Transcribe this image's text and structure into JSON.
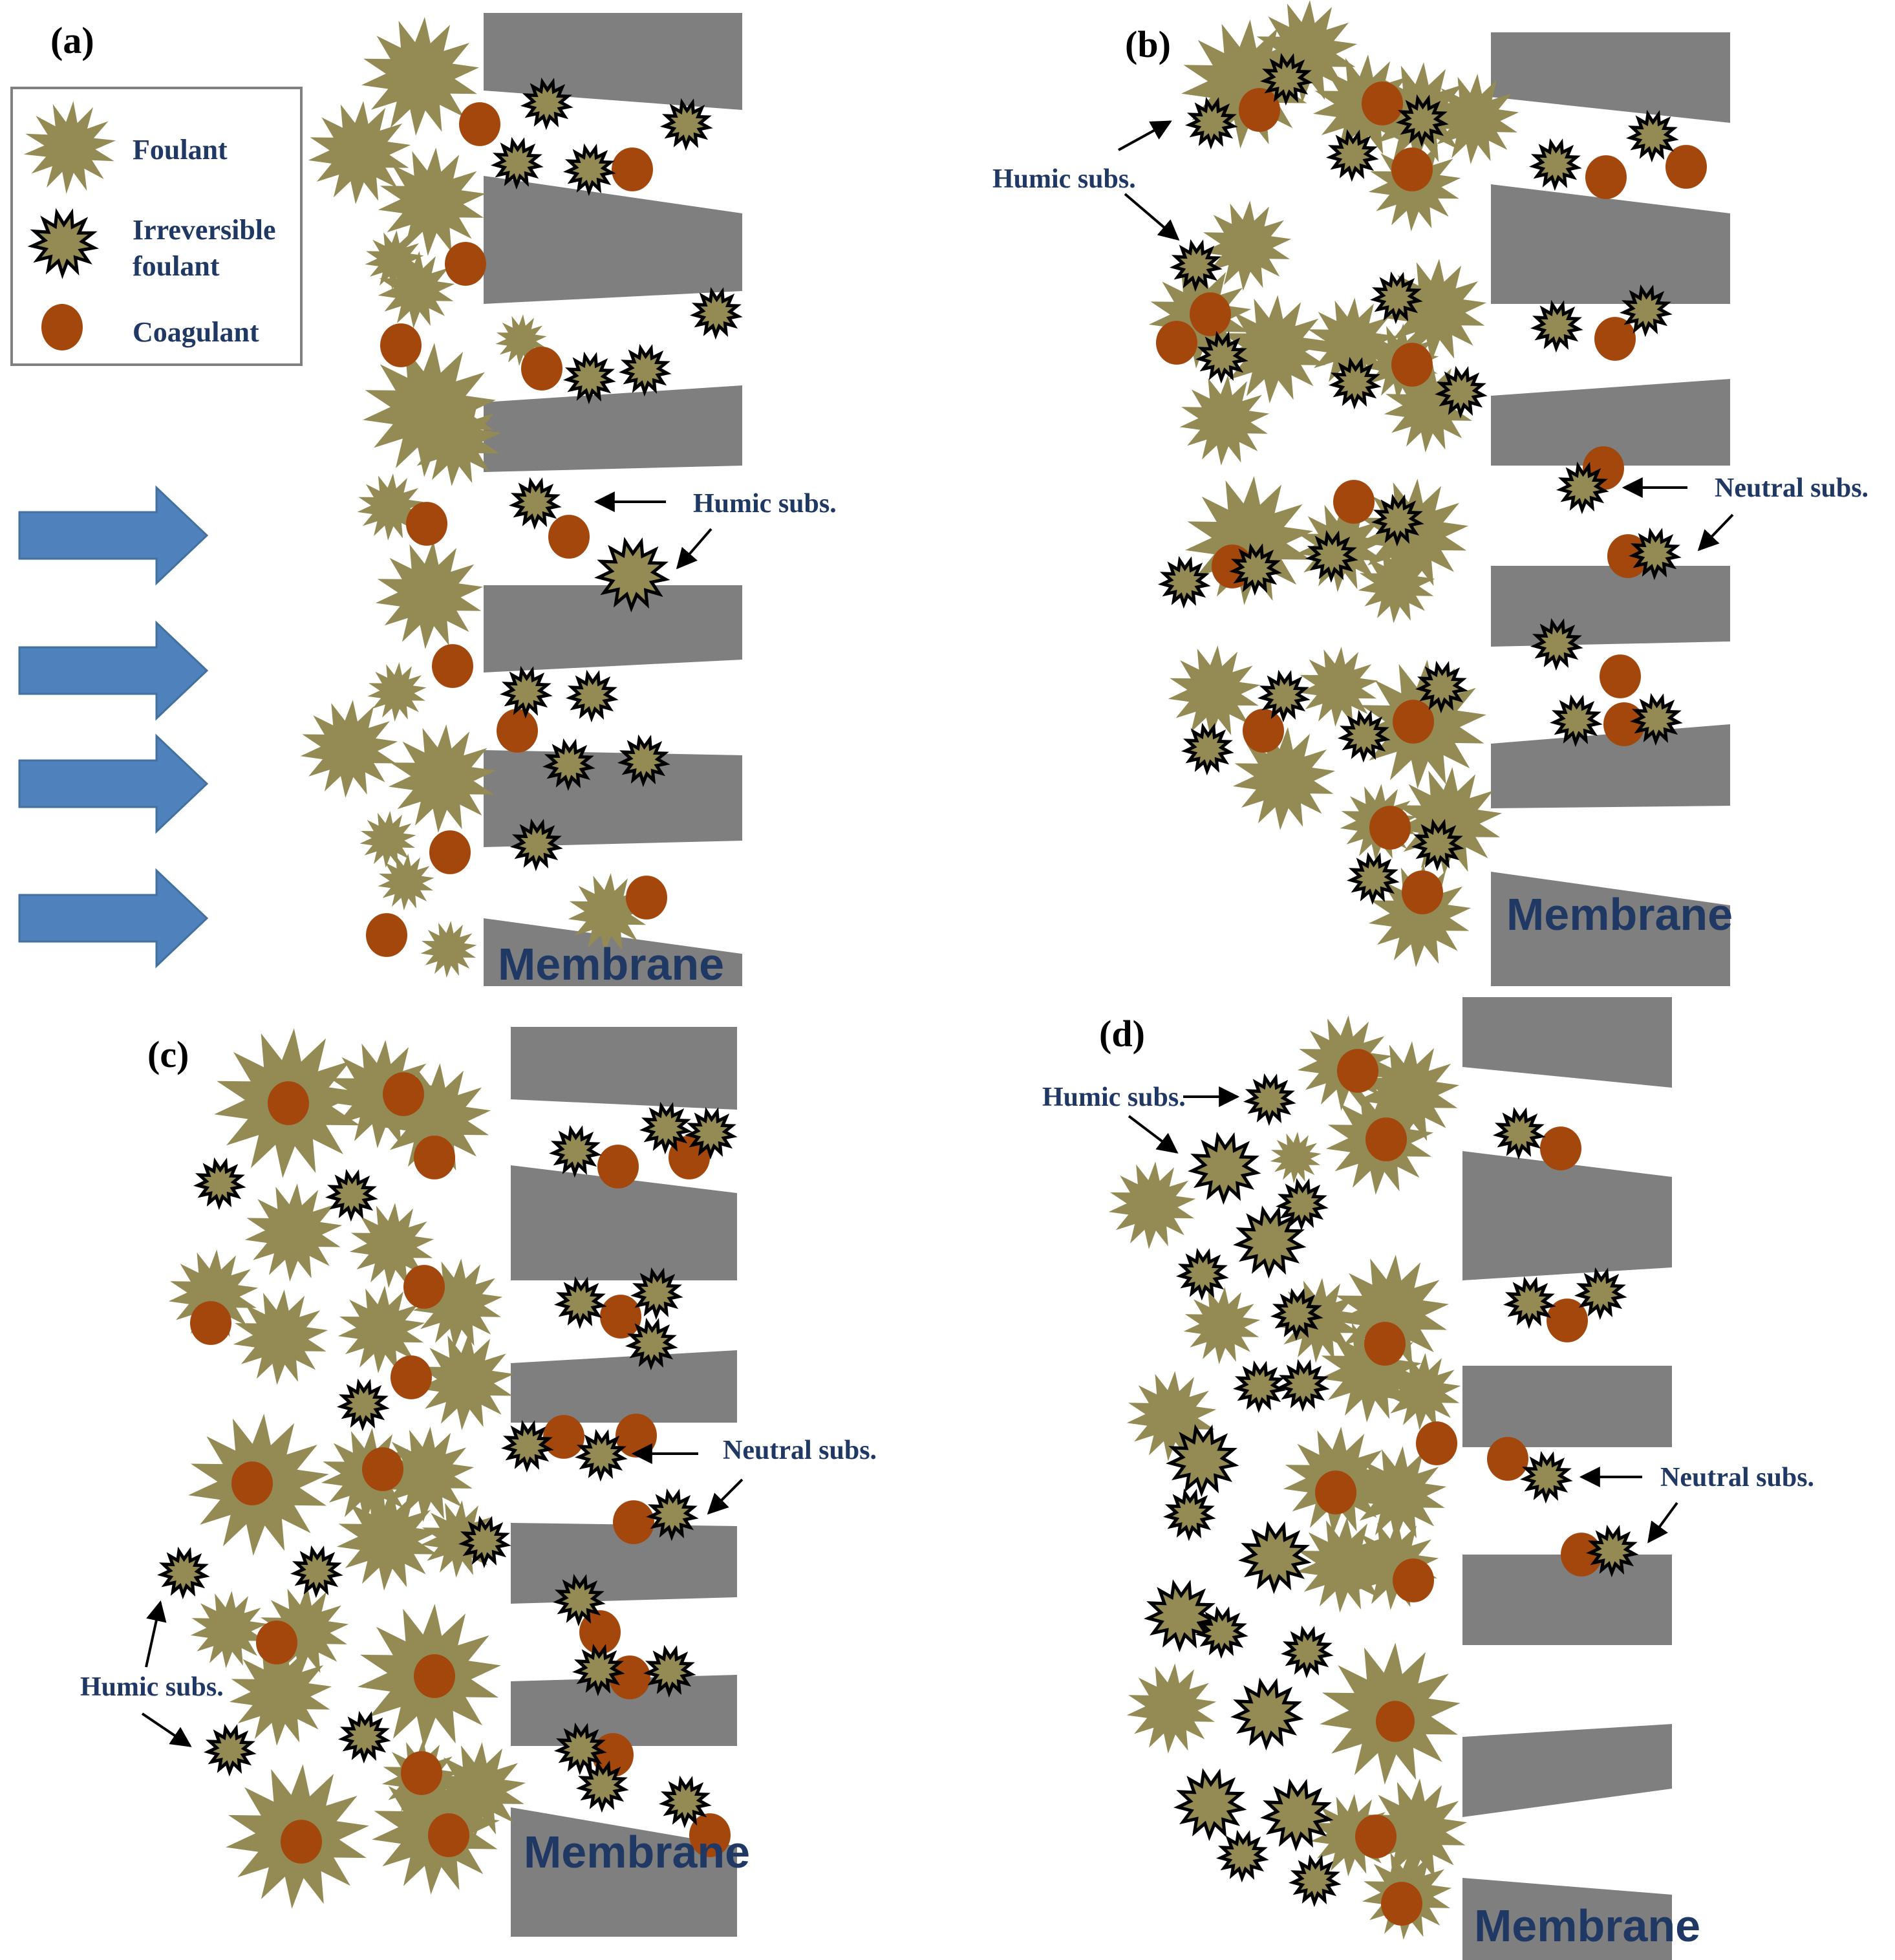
{
  "panels": {
    "a": {
      "label": "(a)",
      "humic_label": "Humic subs.",
      "membrane_label": "Membrane"
    },
    "b": {
      "label": "(b)",
      "humic_label": "Humic subs.",
      "neutral_label": "Neutral subs.",
      "membrane_label": "Membrane"
    },
    "c": {
      "label": "(c)",
      "humic_label": "Humic subs.",
      "neutral_label": "Neutral subs.",
      "membrane_label": "Membrane"
    },
    "d": {
      "label": "(d)",
      "humic_label": "Humic subs.",
      "neutral_label": "Neutral subs.",
      "membrane_label": "Membrane"
    }
  },
  "legend": {
    "foulant": "Foulant",
    "irreversible_line1": "Irreversible",
    "irreversible_line2": "foulant",
    "coagulant": "Coagulant"
  },
  "colors": {
    "foulant": "#948A54",
    "coagulant": "#A3470D",
    "membrane": "#7F7F7F",
    "flow_arrow": "#4F81BD",
    "membrane_text": "#1F3864",
    "label_text": "#1F3864"
  },
  "icons": {
    "foulant": "star-shape",
    "irreversible_foulant": "outlined-star-shape",
    "coagulant": "filled-circle",
    "flow": "right-arrow-shape"
  }
}
